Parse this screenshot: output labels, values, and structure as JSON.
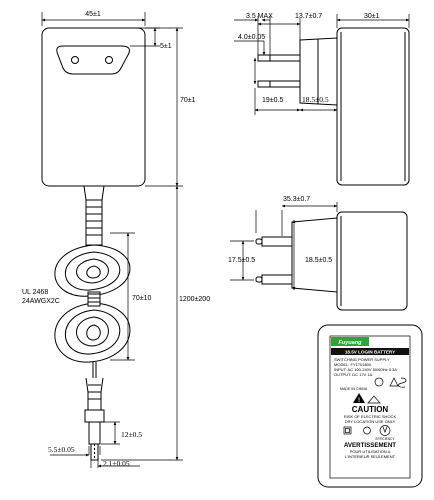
{
  "dimensions": {
    "front_width": "45±1",
    "slot_offset": "5±1",
    "body_height": "70±1",
    "coil_height": "70±10",
    "cable_length": "1200±200",
    "plug_length": "12±0.5",
    "plug_outer_dia": "5.5±0.05",
    "plug_inner_dia": "2.1±0.05",
    "side_pin_max": "3.5 MAX",
    "side_pin_len": "13.7±0.7",
    "side_pin_dia": "4.0±0.05",
    "side_pin_pitch": "19±0.5",
    "side_base": "18.5±0.5",
    "side_depth": "30±1",
    "top_offset": "35.3±0.7",
    "top_pin_left": "17.5±0.5",
    "top_pin_right": "18.5±0.5"
  },
  "cable_spec": {
    "line1": "UL 2468",
    "line2": "24AWGX2C"
  },
  "label": {
    "brand": "Fuyuang",
    "title": "18.5V LOGIN BATTERY",
    "line1": "SWITCHING POWER SUPPLY",
    "line2": "MODEL: FY1701800",
    "line3": "INPUT: AC 100-240V 50/60Hz 0.3A",
    "line4": "OUTPUT: DC 17V 1A",
    "line5": "MADE IN CHINA",
    "caution": "CAUTION",
    "caution_line1": "RISK OF ELECTRIC SHOCK",
    "caution_line2": "DRY LOCATION USE ONLY",
    "efficiency": "EFFICIENCY",
    "avertissement": "AVERTISSEMENT",
    "avert_line1": "POUR UTILISATION A",
    "avert_line2": "L'INTERIEUR SEULEMENT",
    "brand_color": "#2fa43a",
    "title_bar_color": "#111111"
  }
}
